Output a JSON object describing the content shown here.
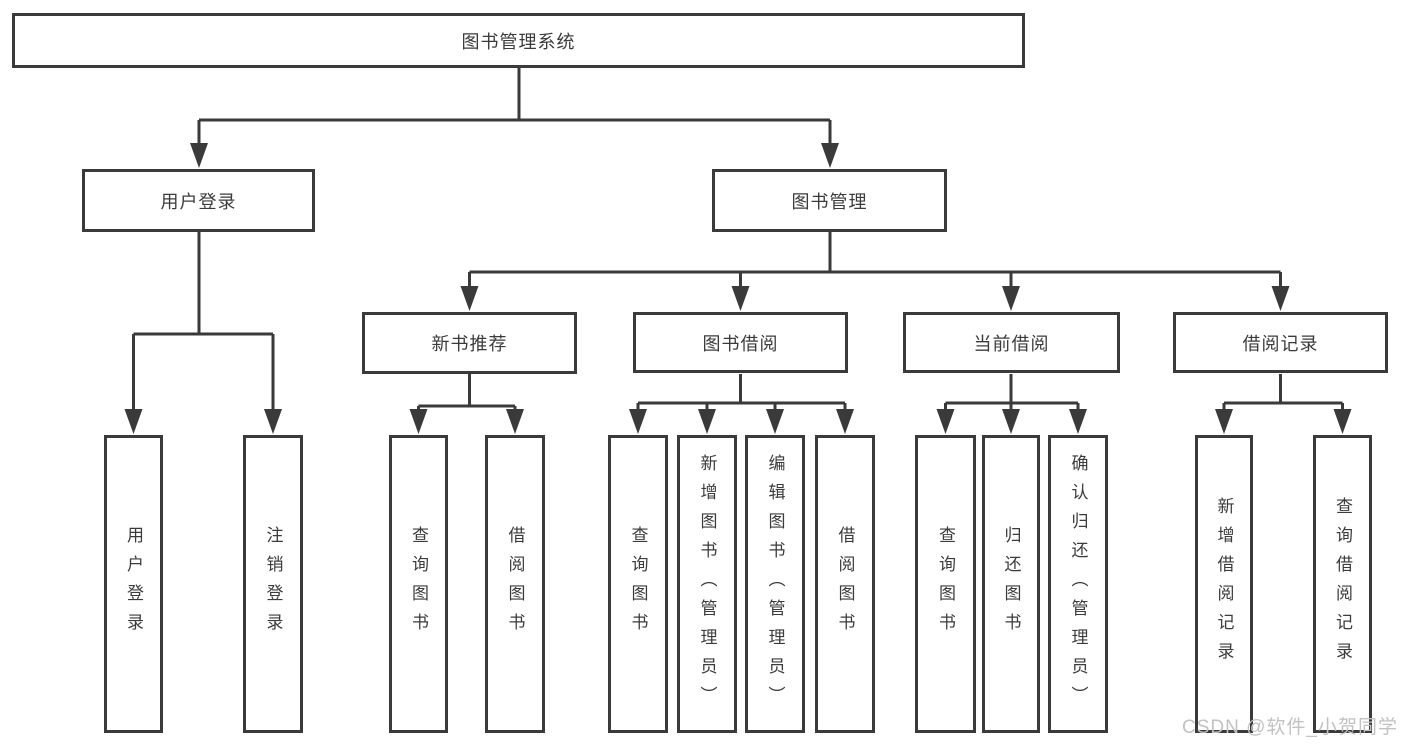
{
  "diagram": {
    "title": "图书管理系统",
    "branches": {
      "user_login": {
        "label": "用户登录",
        "children": [
          "用户登录",
          "注销登录"
        ]
      },
      "book_mgmt": {
        "label": "图书管理"
      }
    },
    "modules": [
      {
        "label": "新书推荐",
        "children": [
          "查询图书",
          "借阅图书"
        ]
      },
      {
        "label": "图书借阅",
        "children": [
          "查询图书",
          "新增图书（管理员）",
          "编辑图书（管理员）",
          "借阅图书"
        ]
      },
      {
        "label": "当前借阅",
        "children": [
          "查询图书",
          "归还图书",
          "确认归还（管理员）"
        ]
      },
      {
        "label": "借阅记录",
        "children": [
          "新增借阅记录",
          "查询借阅记录"
        ]
      }
    ],
    "colors": {
      "line": "#3a3a3a",
      "text": "#3b3b3b",
      "box_background": "#ffffff"
    }
  },
  "watermark": {
    "text": "CSDN @软件_小贺同学",
    "color": "#c2c2c2"
  }
}
